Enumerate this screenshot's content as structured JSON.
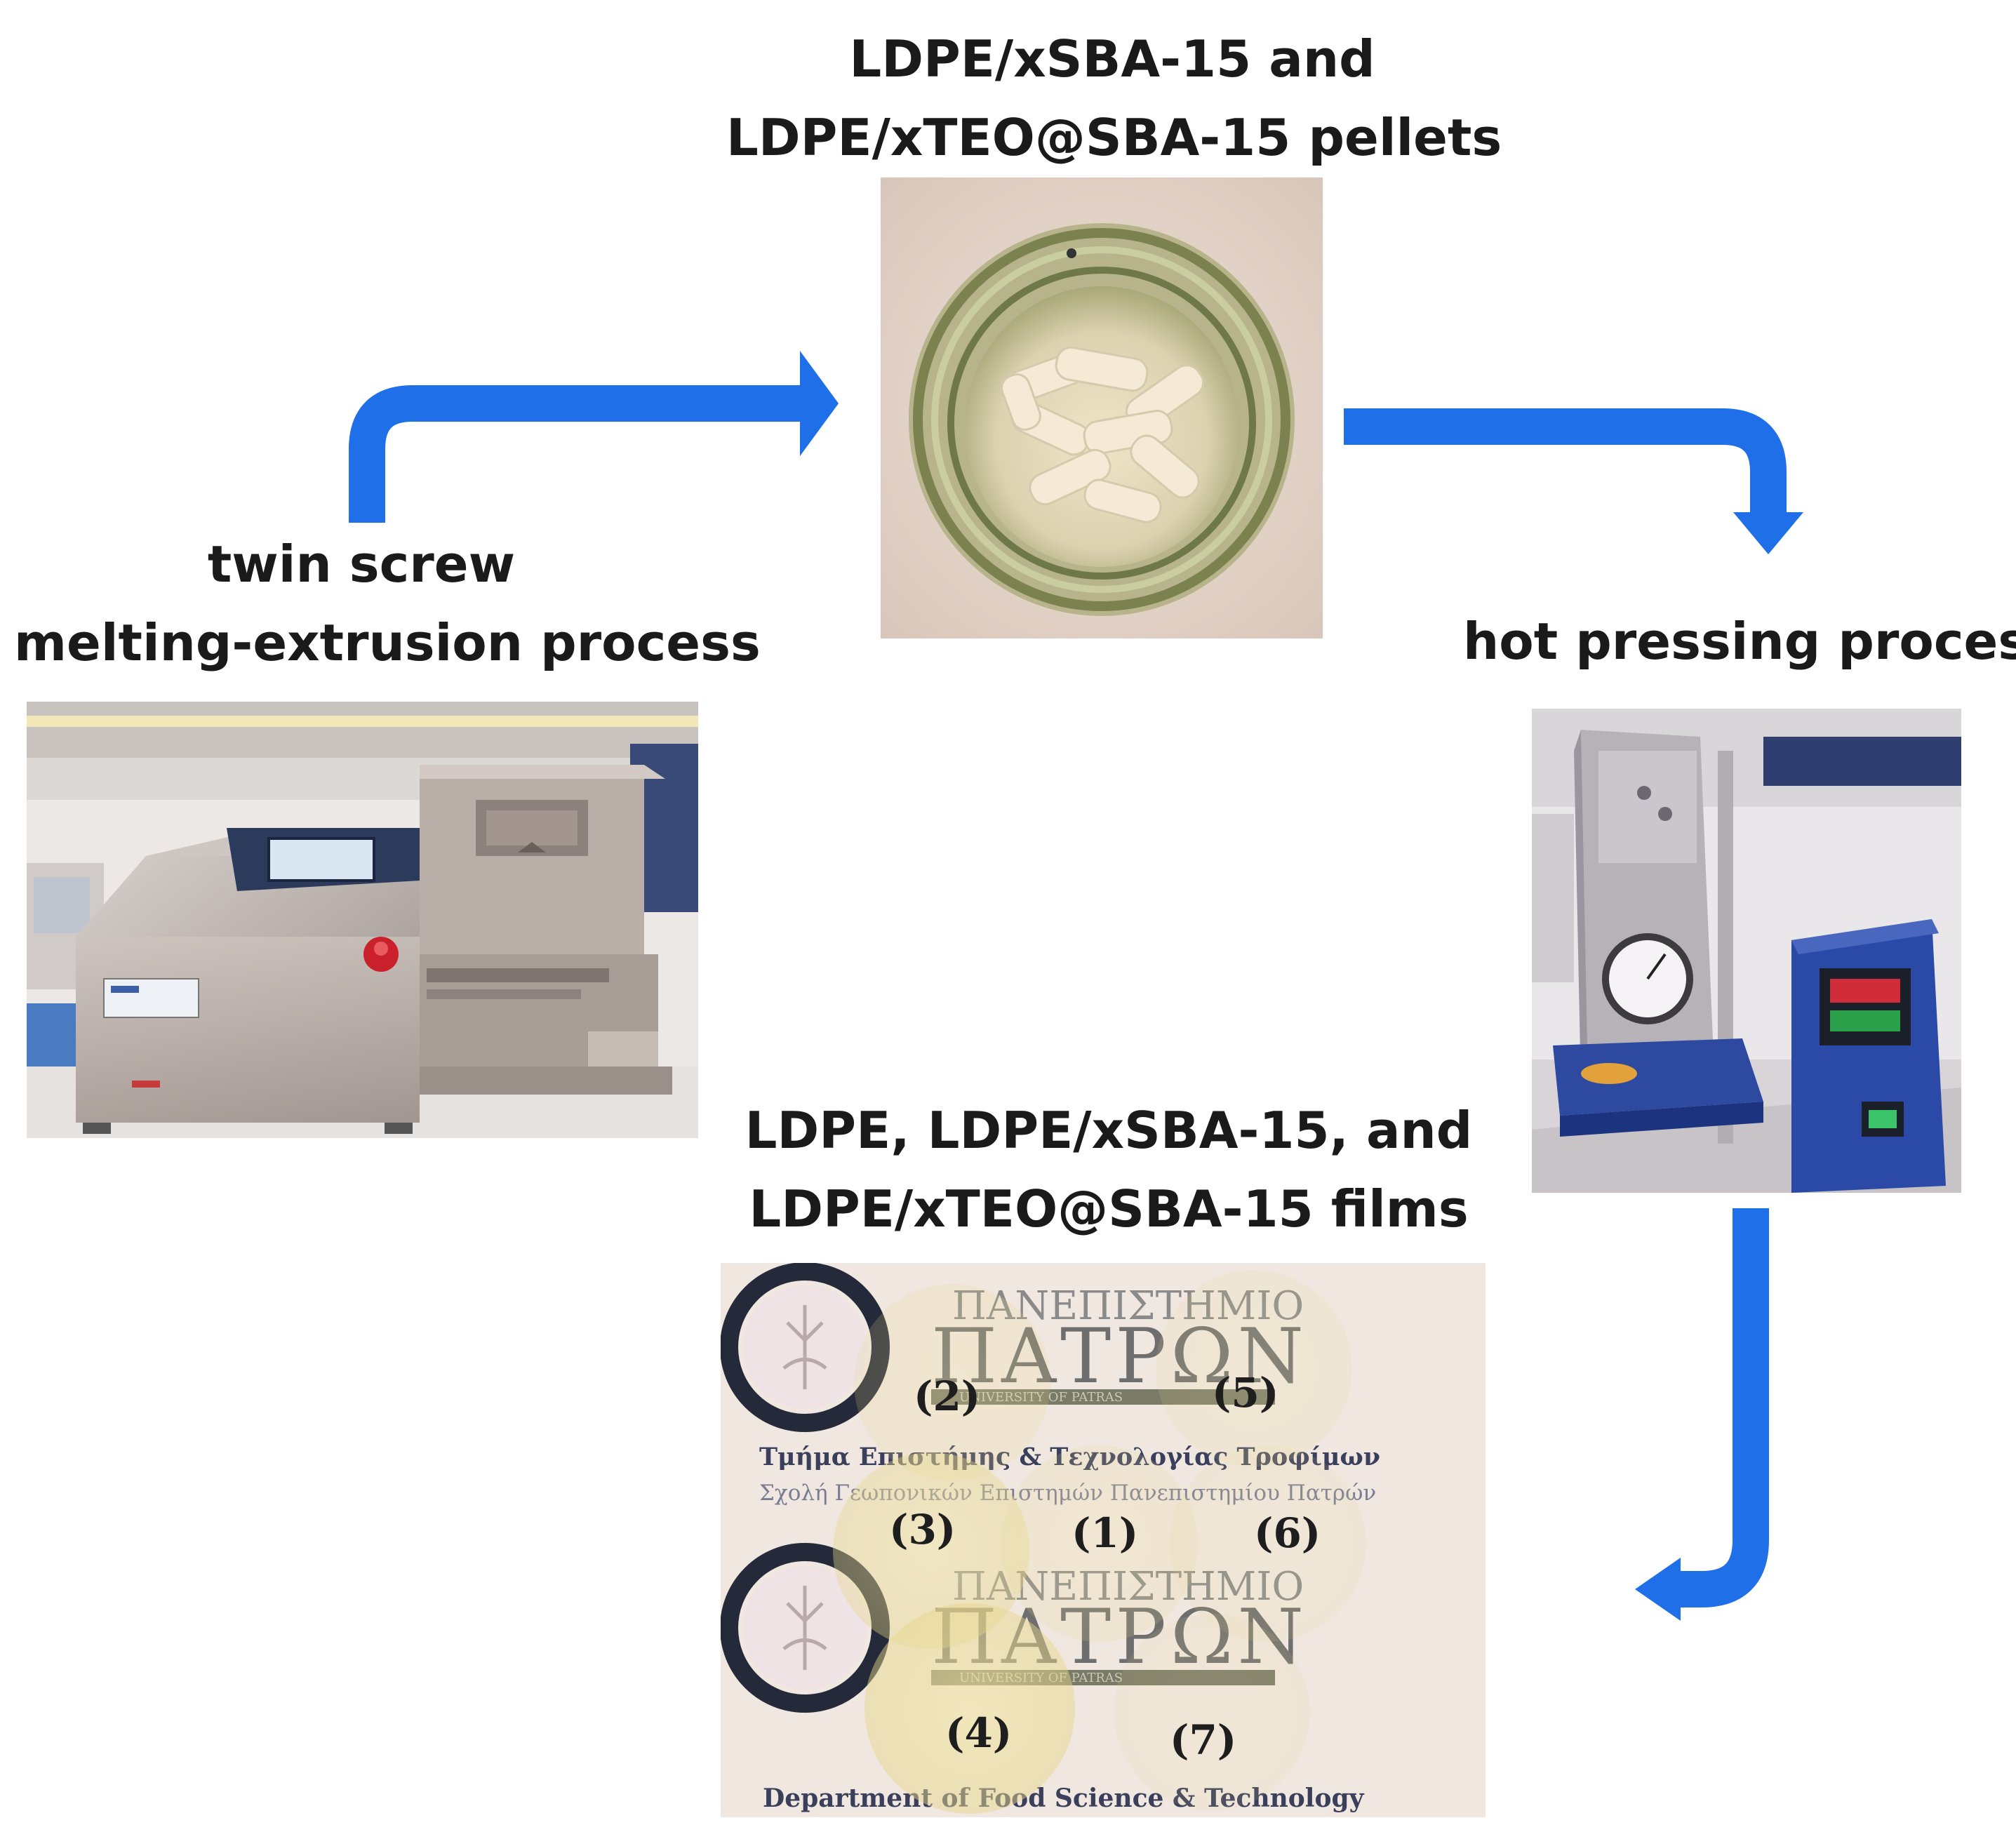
{
  "labels": {
    "pellets_line1": "LDPE/xSBA-15 and",
    "pellets_line2": "LDPE/xTEO@SBA-15 pellets",
    "extrusion_line1": "twin screw",
    "extrusion_line2": "melting-extrusion process",
    "pressing": "hot pressing process",
    "films_line1": "LDPE, LDPE/xSBA-15, and",
    "films_line2": "LDPE/xTEO@SBA-15 films"
  },
  "films_photo": {
    "logo_top_text": "ΠΑΝΕΠΙΣΤΗΜΙΟ",
    "logo_main_text": "ΠΑΤΡΩΝ",
    "logo_sub_text": "UNIVERSITY OF PATRAS",
    "dept_gr_line1": "Τμήμα Επιστήμης & Τεχνολογίας Τροφίμων",
    "dept_gr_line2": "Σχολή Γεωπονικών Επιστημών Πανεπιστημίου Πατρών",
    "dept_en": "Department of Food Science & Technology",
    "sample_numbers": [
      "(1)",
      "(2)",
      "(3)",
      "(4)",
      "(5)",
      "(6)",
      "(7)"
    ]
  },
  "colors": {
    "arrow": "#1f6fe8",
    "text": "#1a1a1a"
  }
}
